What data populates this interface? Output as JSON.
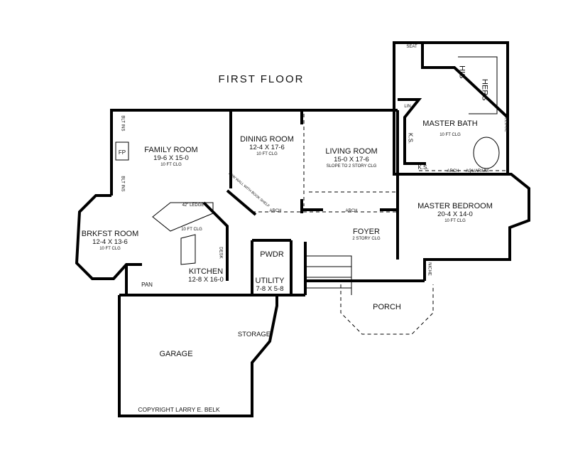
{
  "title": "FIRST FLOOR",
  "rooms": {
    "family": {
      "name": "FAMILY ROOM",
      "size": "19-6 X 15-0",
      "ceiling": "10 FT CLG"
    },
    "dining": {
      "name": "DINING ROOM",
      "size": "12-4 X 17-6",
      "ceiling": "10 FT CLG"
    },
    "living": {
      "name": "LIVING ROOM",
      "size": "15-0 X 17-6",
      "ceiling": "SLOPE TO 2 STORY CLG"
    },
    "master_bath": {
      "name": "MASTER BATH",
      "ceiling": "10 FT CLG"
    },
    "master_bedroom": {
      "name": "MASTER BEDROOM",
      "size": "20-4 X 14-0",
      "ceiling": "10 FT CLG"
    },
    "brkfst": {
      "name": "BRKFST ROOM",
      "size": "12-4 X 13-6",
      "ceiling": "10 FT CLG"
    },
    "kitchen": {
      "name": "KITCHEN",
      "size": "12-8 X 16-0",
      "ceiling": "10 FT CLG"
    },
    "foyer": {
      "name": "FOYER",
      "ceiling": "2 STORY CLG"
    },
    "utility": {
      "name": "UTILITY",
      "size": "7-8 X 5-8"
    },
    "pwdr": {
      "name": "PWDR"
    },
    "porch": {
      "name": "PORCH"
    },
    "garage": {
      "name": "GARAGE"
    },
    "storage": {
      "name": "STORAGE"
    },
    "pan": {
      "name": "PAN"
    }
  },
  "fixtures": {
    "fp": "FP",
    "blt_ins": "BLT INS",
    "ledge": "42\" LEDGE",
    "desk": "DESK",
    "arch": "ARCH",
    "low_wall": "LOW WALL WITH BOOK SHELF",
    "his": "HIS",
    "hers": "HERS",
    "seat": "SEAT",
    "lin": "LIN",
    "ks": "K.S.",
    "aquarium": "AQUARIUM",
    "ledge_small": "LEDGE",
    "niche": "NICHE"
  },
  "copyright": "COPYRIGHT LARRY E. BELK"
}
